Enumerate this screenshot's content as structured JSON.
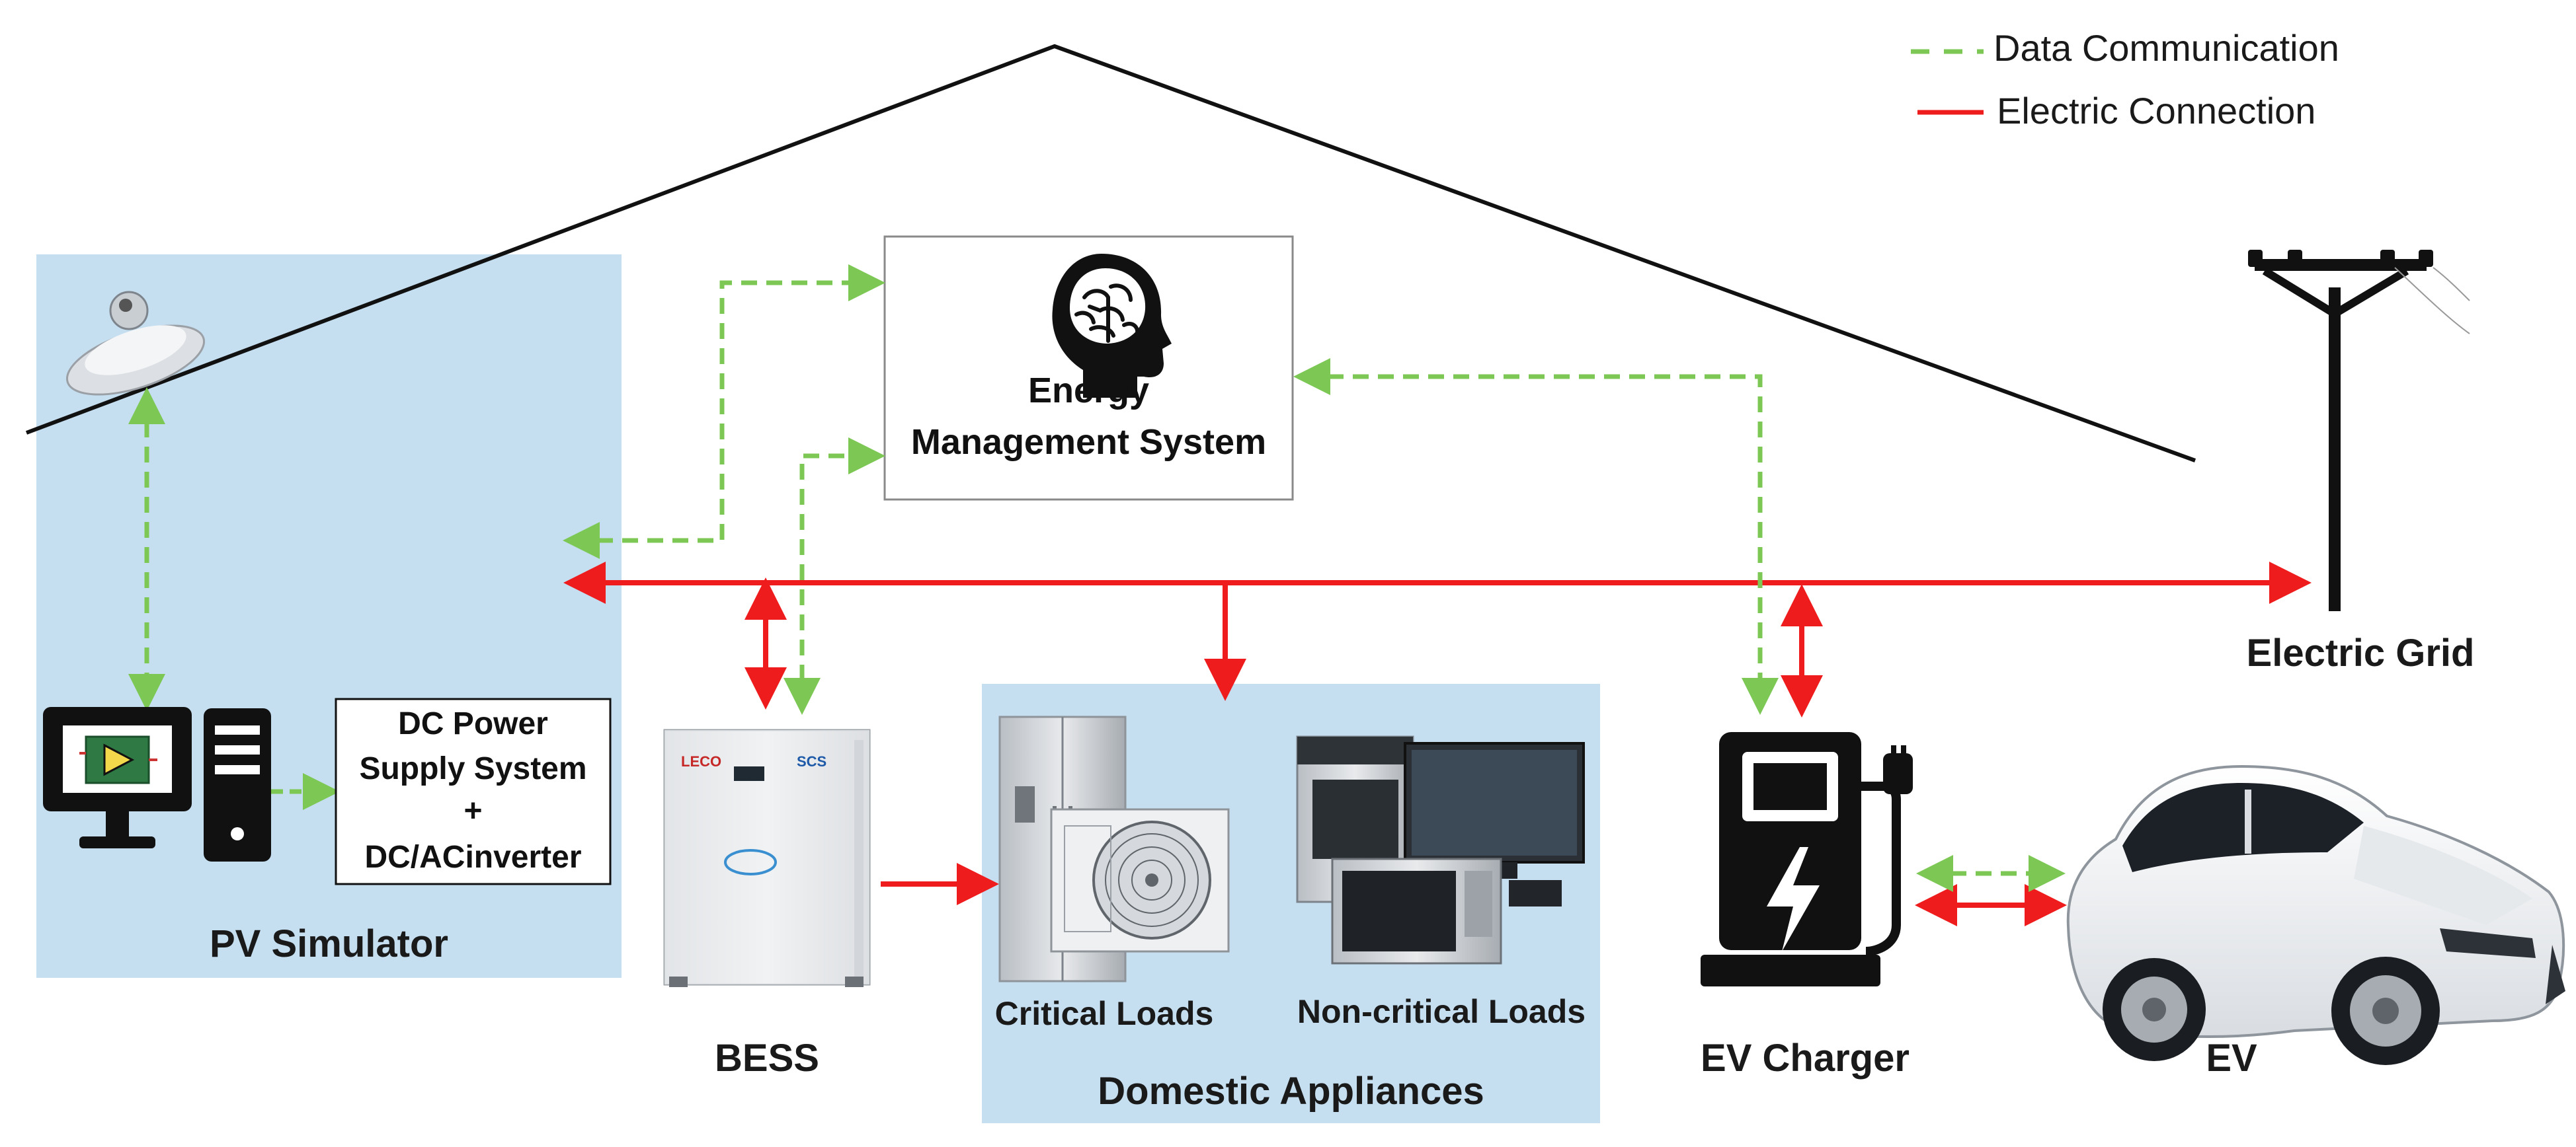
{
  "legend": {
    "data_label": "Data Communication",
    "electric_label": "Electric Connection"
  },
  "ems": {
    "line1": "Energy",
    "line2": "Management System"
  },
  "pv": {
    "label": "PV Simulator",
    "dc_line1": "DC Power",
    "dc_line2": "Supply System",
    "dc_line3": "+",
    "dc_line4": "DC/ACinverter"
  },
  "bess": {
    "label": "BESS"
  },
  "appliances": {
    "label": "Domestic Appliances",
    "critical": "Critical Loads",
    "noncritical": "Non-critical Loads"
  },
  "ev_charger": {
    "label": "EV Charger"
  },
  "ev": {
    "label": "EV"
  },
  "grid": {
    "label": "Electric Grid"
  },
  "colors": {
    "data_line": "#7dc855",
    "electric_line": "#ee1c1c",
    "panel_bg": "#c5dff0",
    "icon": "#111111"
  }
}
